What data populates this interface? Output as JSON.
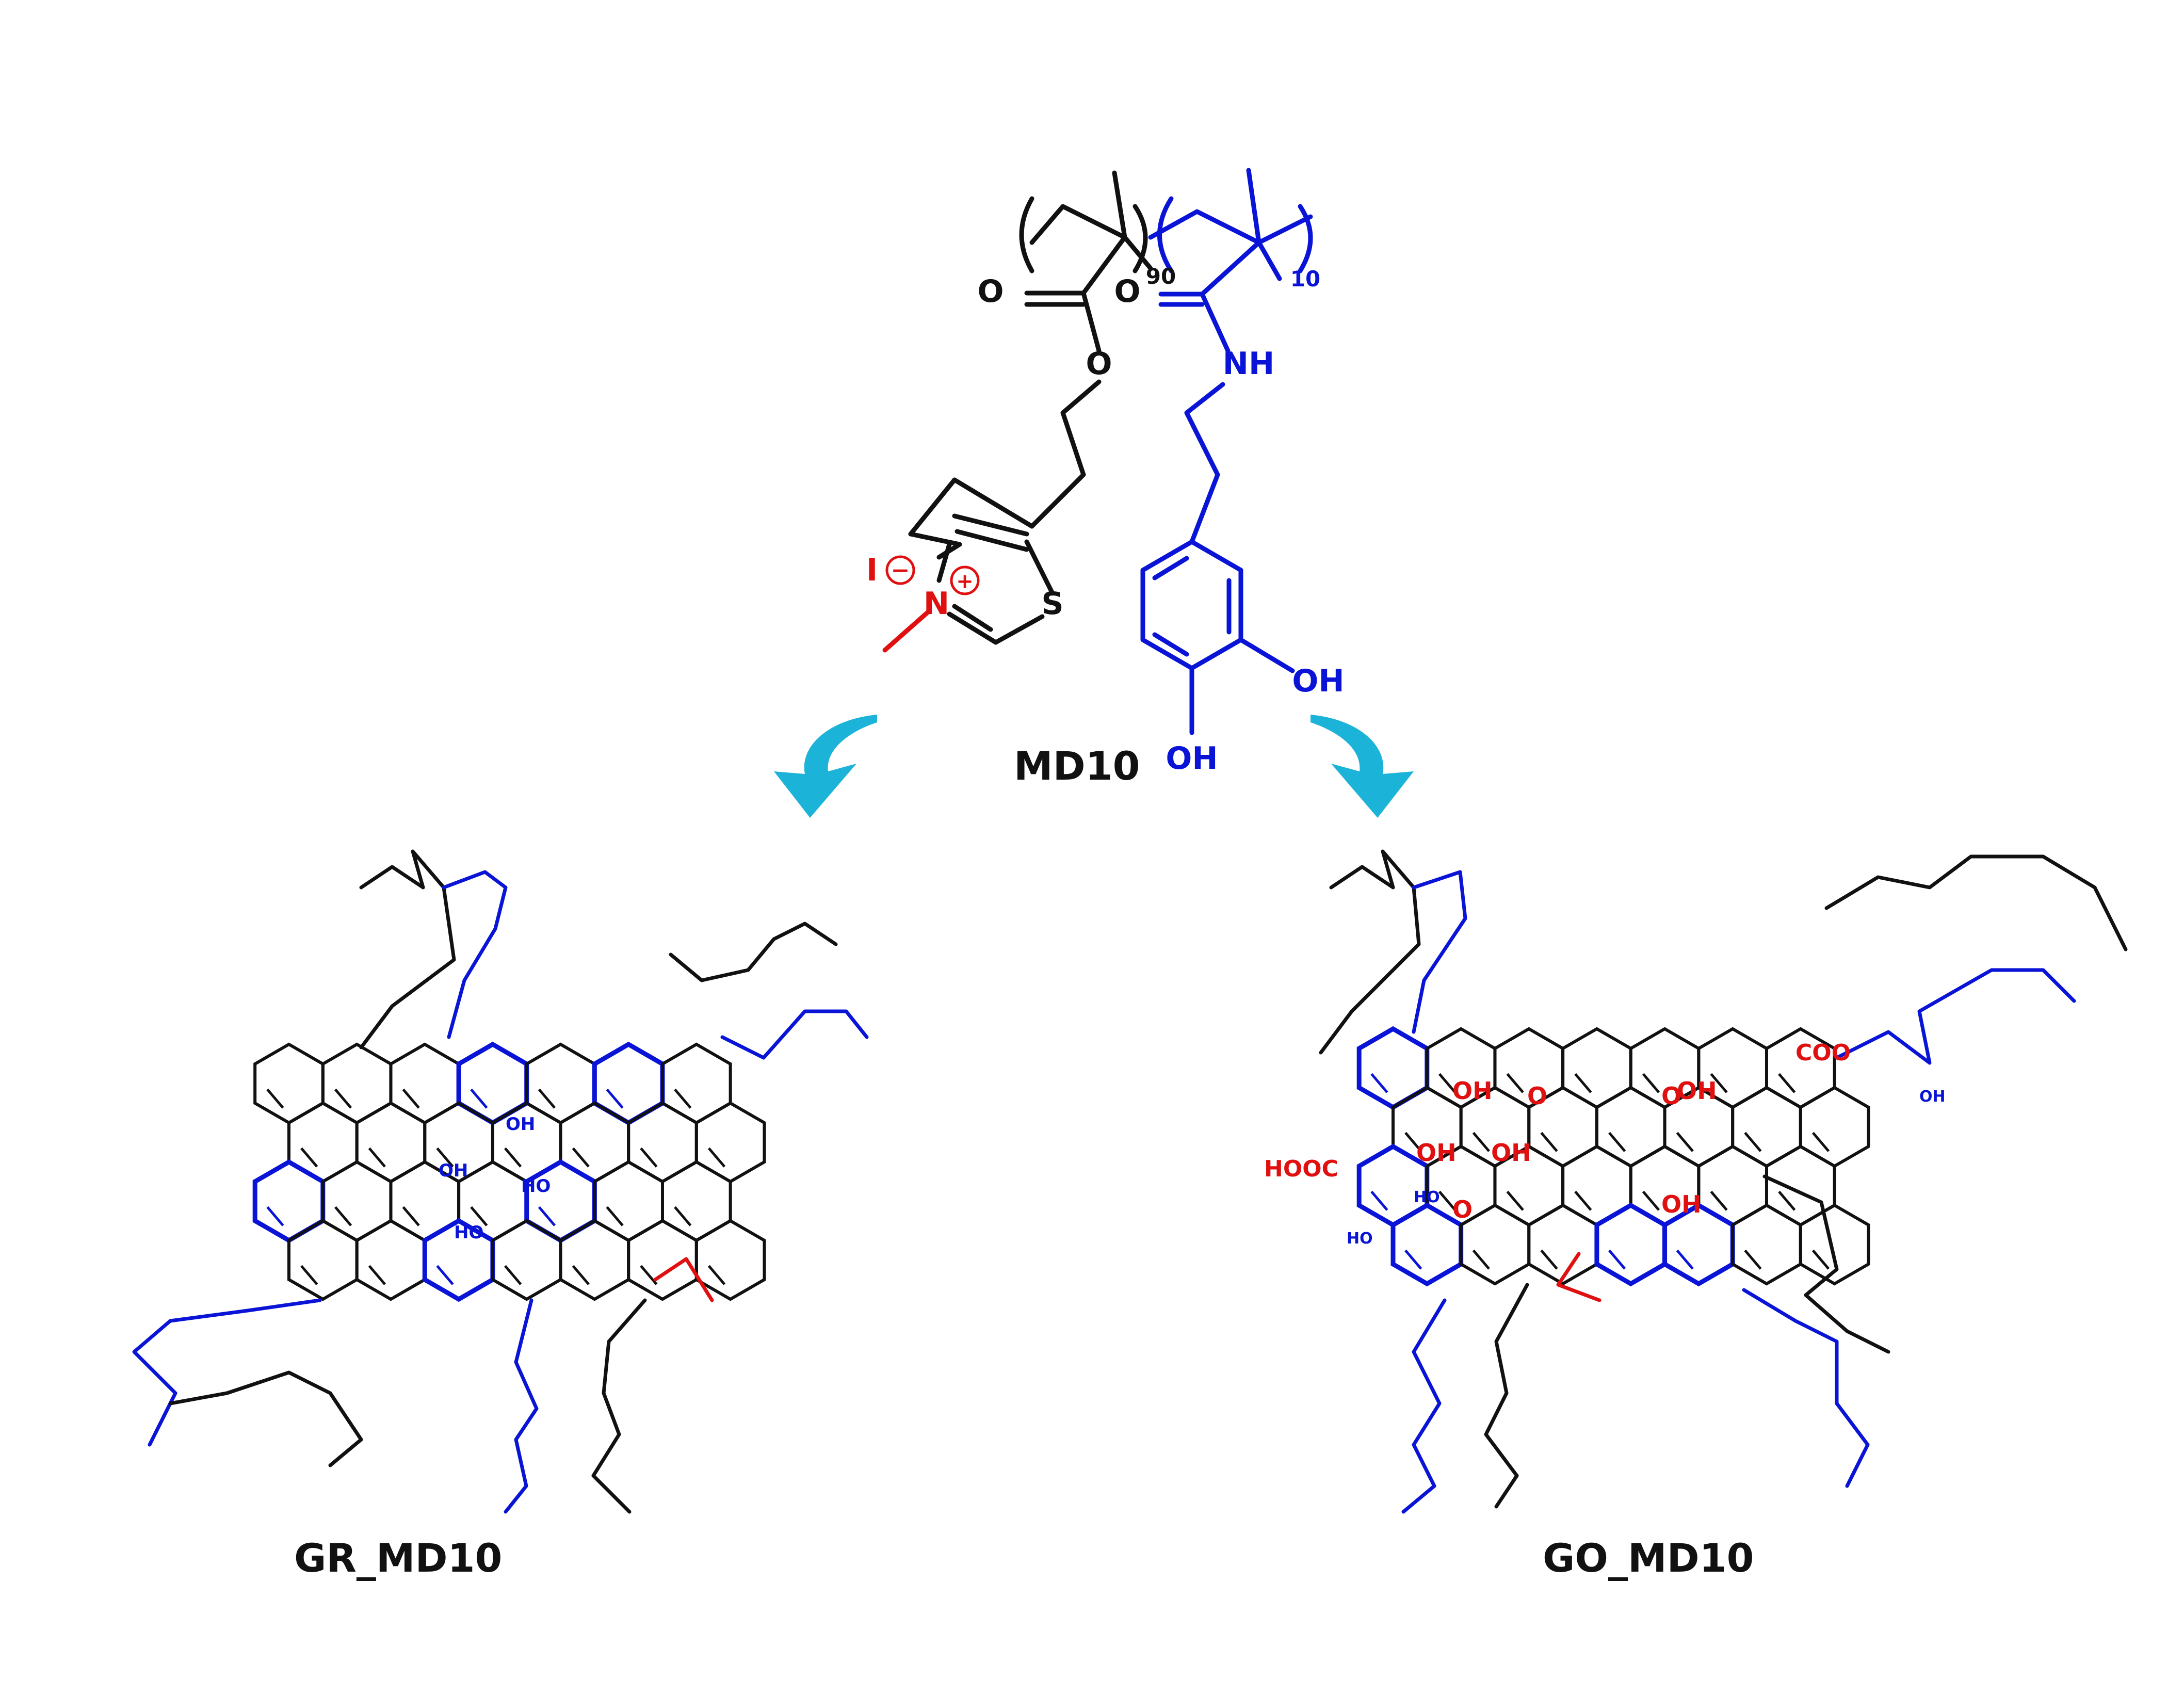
{
  "labels": {
    "monomer_name": "MD10",
    "left_product": "GR_MD10",
    "right_product": "GO_MD10"
  },
  "monomer": {
    "iodide": "I",
    "iodide_charge": "−",
    "nitrogen": "N",
    "nitrogen_charge": "+",
    "sulfur": "S",
    "carbonyl_o_left": "O",
    "carbonyl_o_right": "O",
    "ester_o": "O",
    "amide_nh": "NH",
    "oh_right": "OH",
    "oh_bottom": "OH",
    "repeat_90": "90",
    "repeat_10": "10"
  },
  "graphene_labels": {
    "oh": "OH",
    "ho": "HO"
  },
  "go_labels": {
    "oh": "OH",
    "ho": "HO",
    "o": "O",
    "hooc": "HOOC",
    "coo": "COO"
  },
  "colors": {
    "black": "#111111",
    "blue": "#0a14d6",
    "red": "#e01010",
    "arrow": "#1cb3d9"
  }
}
